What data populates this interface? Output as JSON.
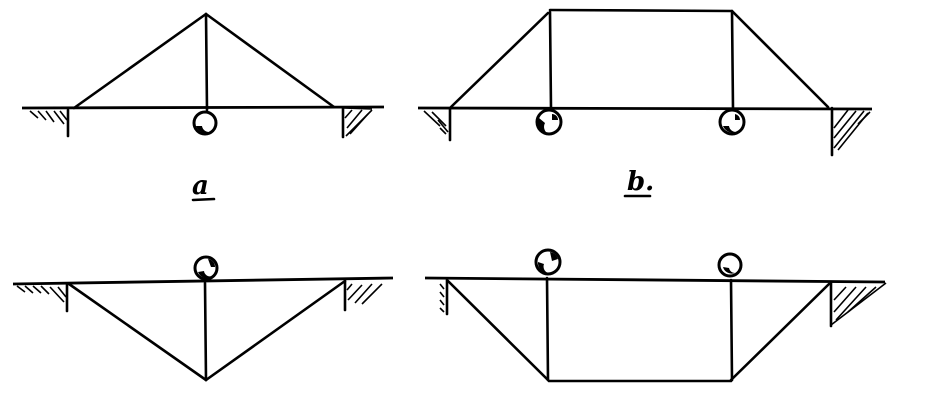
{
  "figure": {
    "panels": [
      {
        "id": "a",
        "label": "a",
        "description": "King-post truss above deck, single intermediate roller support"
      },
      {
        "id": "b",
        "label": "b.",
        "description": "Queen-post truss above deck, two intermediate roller supports"
      },
      {
        "id": "c",
        "label": "",
        "description": "Inverted king-post truss below deck, single roller on top of deck"
      },
      {
        "id": "d",
        "label": "",
        "description": "Inverted queen-post truss below deck, two rollers on top of deck"
      }
    ],
    "colors": {
      "ink": "#000000",
      "background": "#ffffff"
    }
  }
}
